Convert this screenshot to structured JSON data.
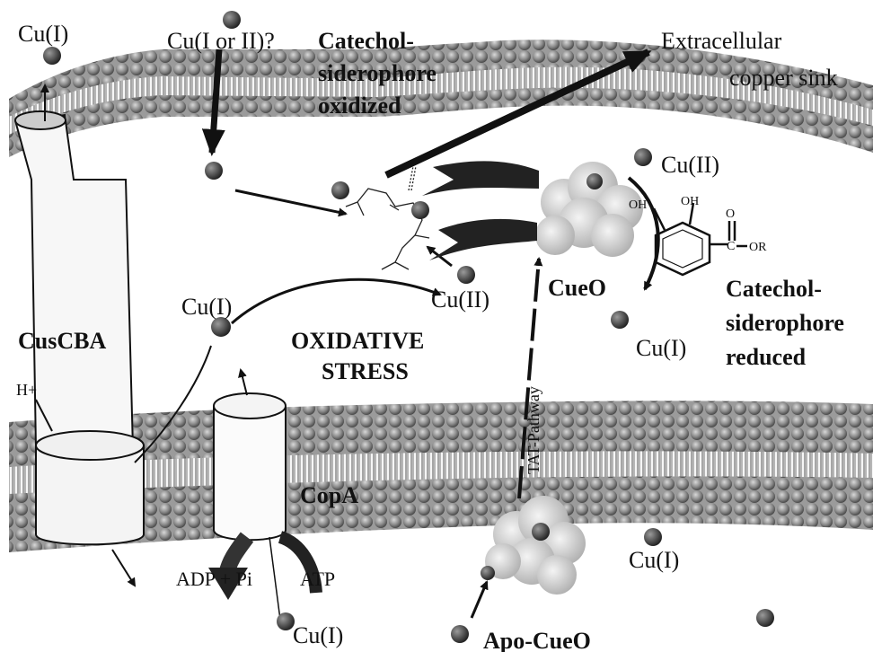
{
  "labels": {
    "cu_i_top_left": "Cu(I)",
    "cu_i_or_ii": "Cu(I or II)?",
    "catechol_oxidized_1": "Catechol-",
    "catechol_oxidized_2": "siderophore",
    "catechol_oxidized_3": "oxidized",
    "extracellular_1": "Extracellular",
    "extracellular_2": "copper sink",
    "cu_ii_right": "Cu(II)",
    "cu_ii_mid": "Cu(II)",
    "cu_i_mid_left": "Cu(I)",
    "cue_o": "CueO",
    "catechol_reduced_1": "Catechol-",
    "catechol_reduced_2": "siderophore",
    "catechol_reduced_3": "reduced",
    "cu_i_right": "Cu(I)",
    "cus_cba": "CusCBA",
    "oxidative_1": "OXIDATIVE",
    "oxidative_2": "STRESS",
    "h_plus": "H+",
    "tat_pathway": "TAT-Pathway",
    "cop_a": "CopA",
    "adp_pi": "ADP + Pi",
    "atp": "ATP",
    "cu_i_bottom": "Cu(I)",
    "apo_cueo": "Apo-CueO",
    "cu_i_bottom_right": "Cu(I)",
    "oh_1": "OH",
    "oh_2": "OH",
    "carbonyl_o": "O",
    "ester_c": "C",
    "ester_or": "OR"
  }
}
